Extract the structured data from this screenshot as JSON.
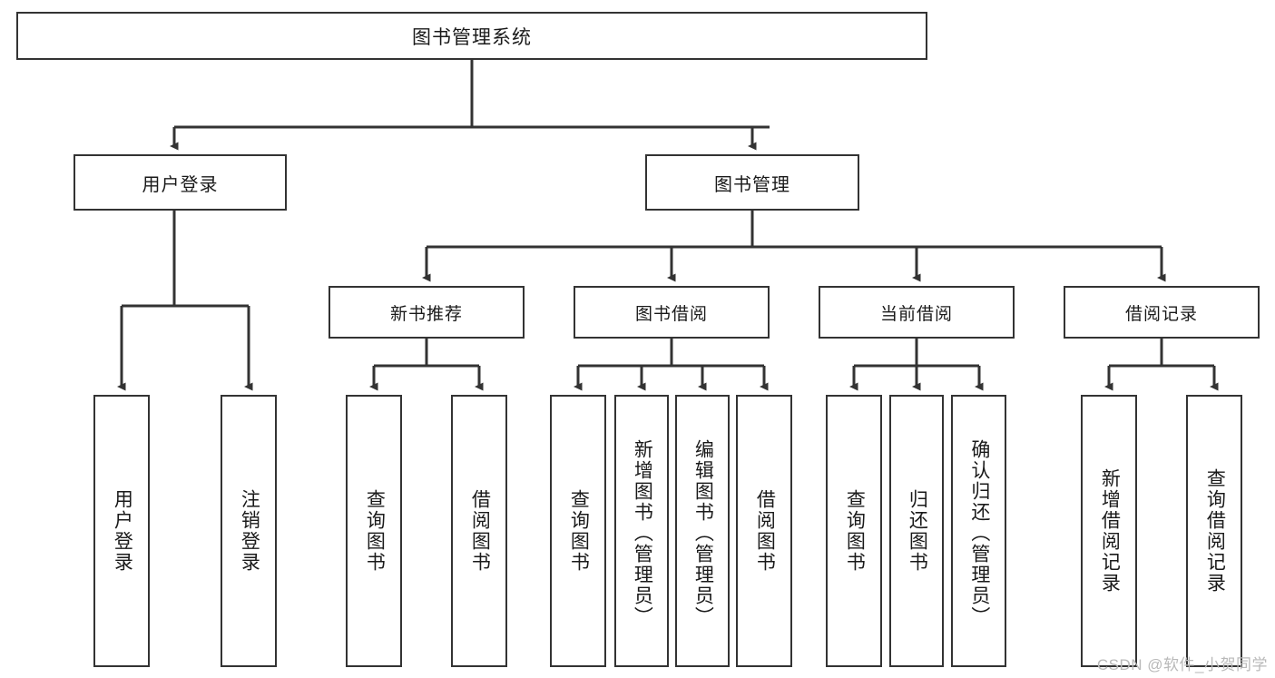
{
  "diagram": {
    "title": "图书管理系统",
    "root": {
      "label": "图书管理系统"
    },
    "level1": [
      {
        "label": "用户登录"
      },
      {
        "label": "图书管理"
      }
    ],
    "level2": [
      {
        "label": "新书推荐"
      },
      {
        "label": "图书借阅"
      },
      {
        "label": "当前借阅"
      },
      {
        "label": "借阅记录"
      }
    ],
    "leaves": {
      "user_login": [
        {
          "label": "用户登录"
        },
        {
          "label": "注销登录"
        }
      ],
      "new_book": [
        {
          "label": "查询图书"
        },
        {
          "label": "借阅图书"
        }
      ],
      "borrow_book": [
        {
          "label": "查询图书"
        },
        {
          "label": "新增图书（管理员）"
        },
        {
          "label": "编辑图书（管理员）"
        },
        {
          "label": "借阅图书"
        }
      ],
      "current_borrow": [
        {
          "label": "查询图书"
        },
        {
          "label": "归还图书"
        },
        {
          "label": "确认归还（管理员）"
        }
      ],
      "borrow_record": [
        {
          "label": "新增借阅记录"
        },
        {
          "label": "查询借阅记录"
        }
      ]
    }
  },
  "watermark": {
    "text": "CSDN @软件_小贺同学"
  },
  "colors": {
    "stroke": "#333333",
    "text": "#1a1a1a",
    "background": "#ffffff",
    "watermark": "#b9b9b9"
  }
}
